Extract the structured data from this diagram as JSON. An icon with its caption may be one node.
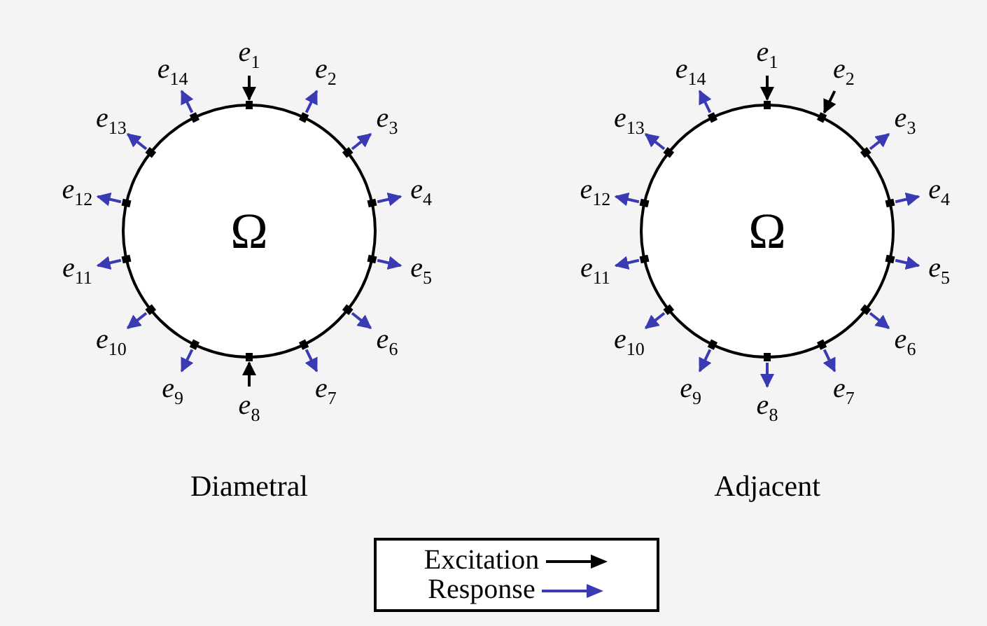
{
  "diagram": {
    "nodes": [
      {
        "text": [
          "Ω"
        ]
      },
      {
        "text": [
          "e$_{1}$"
        ]
      },
      {
        "text": [
          "e$_{2}$"
        ]
      },
      {
        "text": [
          "e$_{3}$"
        ]
      },
      {
        "text": [
          "e$_{4}$"
        ]
      },
      {
        "text": [
          "e$_{5}$"
        ]
      },
      {
        "text": [
          "e$_{6}$"
        ]
      },
      {
        "text": [
          "e$_{7}$"
        ]
      },
      {
        "text": [
          "e$_{8}$"
        ]
      },
      {
        "text": [
          "e$_{9}$"
        ]
      },
      {
        "text": [
          "e$_{10}$"
        ]
      },
      {
        "text": [
          "e$_{11}$"
        ]
      },
      {
        "text": [
          "e$_{12}$"
        ]
      },
      {
        "text": [
          "e$_{13}$"
        ]
      },
      {
        "text": [
          "e$_{14}$"
        ]
      },
      {
        "text": [
          "Ω"
        ]
      },
      {
        "text": [
          "e$_{1}$"
        ]
      },
      {
        "text": [
          "e$_{2}$"
        ]
      },
      {
        "text": [
          "e$_{3}$"
        ]
      },
      {
        "text": [
          "e$_{4}$"
        ]
      },
      {
        "text": [
          "e$_{5}$"
        ]
      },
      {
        "text": [
          "e$_{6}$"
        ]
      },
      {
        "text": [
          "e$_{7}$"
        ]
      },
      {
        "text": [
          "e$_{8}$"
        ]
      },
      {
        "text": [
          "e$_{9}$"
        ]
      },
      {
        "text": [
          "e$_{10}$"
        ]
      },
      {
        "text": [
          "e$_{11}$"
        ]
      },
      {
        "text": [
          "e$_{12}$"
        ]
      },
      {
        "text": [
          "e$_{13}$"
        ]
      },
      {
        "text": [
          "e$_{14}$"
        ]
      }
    ],
    "edges": [
      {
        "from": 1,
        "to": 0,
        "arrow": "to",
        "color": "#000000"
      },
      {
        "from": 0,
        "to": 2,
        "arrow": "to"
      },
      {
        "from": 0,
        "to": 3,
        "arrow": "to"
      },
      {
        "from": 0,
        "to": 4,
        "arrow": "to"
      },
      {
        "from": 0,
        "to": 5,
        "arrow": "to"
      },
      {
        "from": 0,
        "to": 6,
        "arrow": "to"
      },
      {
        "from": 0,
        "to": 7,
        "arrow": "to"
      },
      {
        "from": 8,
        "to": 0,
        "arrow": "to",
        "color": "#000000"
      },
      {
        "from": 0,
        "to": 9,
        "arrow": "to"
      },
      {
        "from": 0,
        "to": 10,
        "arrow": "to"
      },
      {
        "from": 0,
        "to": 11,
        "arrow": "to"
      },
      {
        "from": 0,
        "to": 12,
        "arrow": "to"
      },
      {
        "from": 0,
        "to": 13,
        "arrow": "to"
      },
      {
        "from": 0,
        "to": 14,
        "arrow": "to"
      },
      {
        "from": 16,
        "to": 15,
        "arrow": "to",
        "color": "#000000"
      },
      {
        "from": 17,
        "to": 15,
        "arrow": "to",
        "color": "#000000"
      },
      {
        "from": 15,
        "to": 18,
        "arrow": "to"
      },
      {
        "from": 15,
        "to": 19,
        "arrow": "to"
      },
      {
        "from": 15,
        "to": 20,
        "arrow": "to"
      },
      {
        "from": 15,
        "to": 21,
        "arrow": "to"
      },
      {
        "from": 15,
        "to": 22,
        "arrow": "to"
      },
      {
        "from": 15,
        "to": 23,
        "arrow": "to"
      },
      {
        "from": 15,
        "to": 24,
        "arrow": "to"
      },
      {
        "from": 15,
        "to": 25,
        "arrow": "to"
      },
      {
        "from": 15,
        "to": 26,
        "arrow": "to"
      },
      {
        "from": 15,
        "to": 27,
        "arrow": "to"
      },
      {
        "from": 15,
        "to": 28,
        "arrow": "to"
      },
      {
        "from": 15,
        "to": 29,
        "arrow": "to"
      }
    ],
    "labels": [
      "Diametral",
      "Adjacent"
    ],
    "legend": [
      {
        "text": "Excitation"
      },
      {
        "text": "Response"
      }
    ]
  }
}
